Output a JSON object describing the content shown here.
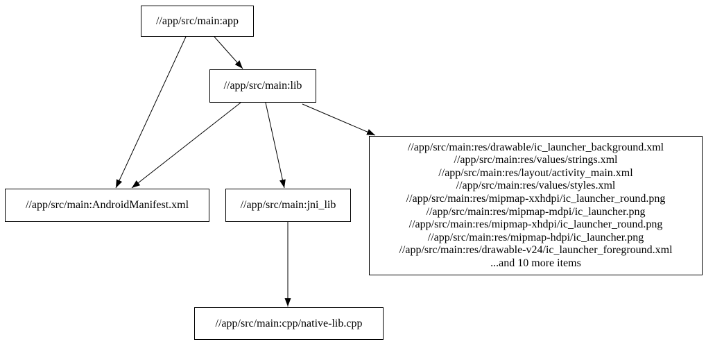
{
  "graph": {
    "background_color": "#ffffff",
    "node_border_color": "#000000",
    "edge_color": "#000000",
    "nodes": {
      "app": {
        "label": "//app/src/main:app"
      },
      "lib": {
        "label": "//app/src/main:lib"
      },
      "manifest": {
        "label": "//app/src/main:AndroidManifest.xml"
      },
      "jni_lib": {
        "label": "//app/src/main:jni_lib"
      },
      "resources": {
        "lines": [
          "//app/src/main:res/drawable/ic_launcher_background.xml",
          "//app/src/main:res/values/strings.xml",
          "//app/src/main:res/layout/activity_main.xml",
          "//app/src/main:res/values/styles.xml",
          "//app/src/main:res/mipmap-xxhdpi/ic_launcher_round.png",
          "//app/src/main:res/mipmap-mdpi/ic_launcher.png",
          "//app/src/main:res/mipmap-xhdpi/ic_launcher_round.png",
          "//app/src/main:res/mipmap-hdpi/ic_launcher.png",
          "//app/src/main:res/drawable-v24/ic_launcher_foreground.xml",
          "...and 10 more items"
        ]
      },
      "cpp": {
        "label": "//app/src/main:cpp/native-lib.cpp"
      }
    },
    "edges": [
      {
        "from": "app",
        "to": "lib"
      },
      {
        "from": "app",
        "to": "manifest"
      },
      {
        "from": "lib",
        "to": "manifest"
      },
      {
        "from": "lib",
        "to": "jni_lib"
      },
      {
        "from": "lib",
        "to": "resources"
      },
      {
        "from": "jni_lib",
        "to": "cpp"
      }
    ]
  }
}
